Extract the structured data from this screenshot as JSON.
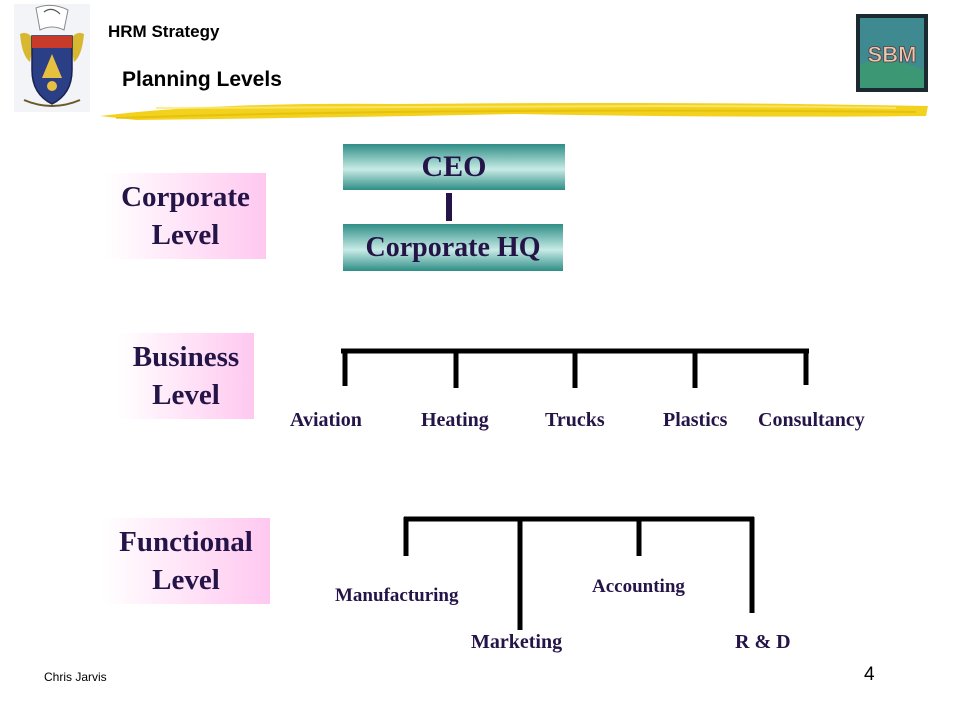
{
  "header": {
    "title": "HRM Strategy",
    "subtitle": "Planning Levels",
    "logo_text": "SBM"
  },
  "levels": {
    "corporate": [
      "Corporate",
      "Level"
    ],
    "business": [
      "Business",
      "Level"
    ],
    "functional": [
      "Functional",
      "Level"
    ]
  },
  "corporate_chart": {
    "top": "CEO",
    "bottom": "Corporate HQ"
  },
  "business_units": [
    "Aviation",
    "Heating",
    "Trucks",
    "Plastics",
    "Consultancy"
  ],
  "functions": [
    "Manufacturing",
    "Marketing",
    "Accounting",
    "R & D"
  ],
  "footer": {
    "author": "Chris Jarvis",
    "page": "4"
  },
  "colors": {
    "text_navy": "#241448",
    "teal": "#2e8e86",
    "pink": "#ffc8f0",
    "highlighter": "#f2d21e"
  }
}
